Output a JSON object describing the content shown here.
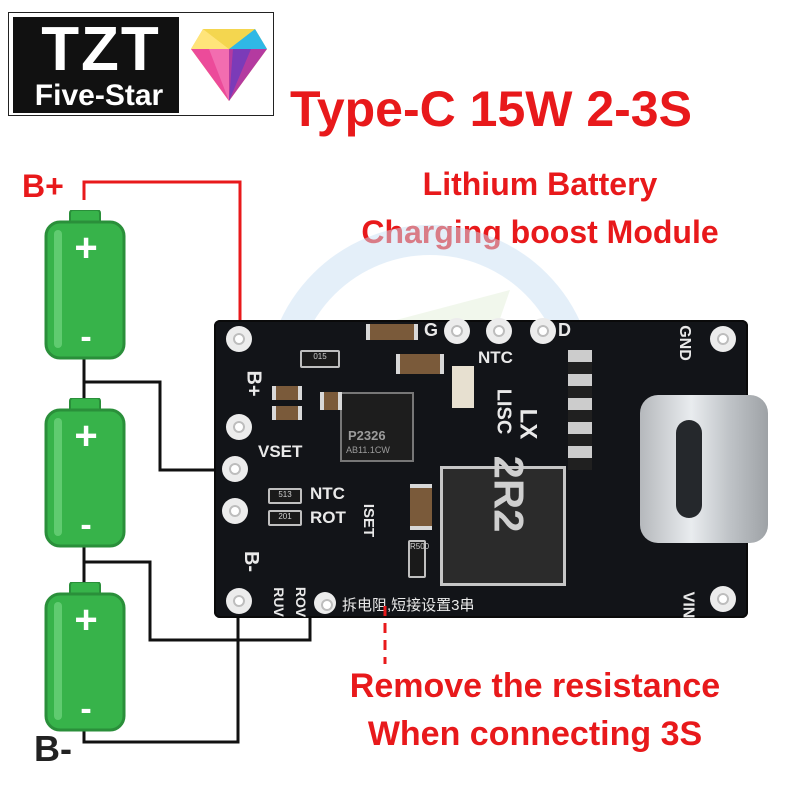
{
  "brand": {
    "logo_text": "TZT",
    "logo_subtext": "Five-Star"
  },
  "headline": {
    "title": "Type-C 15W 2-3S",
    "subtitle_line1": "Lithium Battery",
    "subtitle_line2": "Charging boost Module"
  },
  "wiring": {
    "positive_label": "B+",
    "negative_label": "B-",
    "positive_wire_color": "#e8191b",
    "wire_color": "#111111"
  },
  "batteries": [
    {
      "plus": "+",
      "minus": "-"
    },
    {
      "plus": "+",
      "minus": "-"
    },
    {
      "plus": "+",
      "minus": "-"
    }
  ],
  "battery_color": "#37b34a",
  "board": {
    "silkscreen": {
      "b_plus": "B+",
      "b_minus": "B-",
      "vset": "VSET",
      "ntc_left": "NTC",
      "rot": "ROT",
      "iset": "ISET",
      "ruv": "RUV",
      "rov": "ROV",
      "g": "G",
      "d": "D",
      "ntc_top": "NTC",
      "lisc": "LISC",
      "lx": "LX",
      "gnd": "GND",
      "vin": "VIN",
      "chip_code": "P2326",
      "chip_sub": "AB11.1CW",
      "inductor_code": "2R2",
      "chinese_note": "拆电阻,短接设置3串",
      "r_015": "015",
      "r_513": "513",
      "r_201": "201",
      "r_r500": "R500"
    }
  },
  "note": {
    "line1": "Remove the resistance",
    "line2": "When connecting 3S"
  }
}
